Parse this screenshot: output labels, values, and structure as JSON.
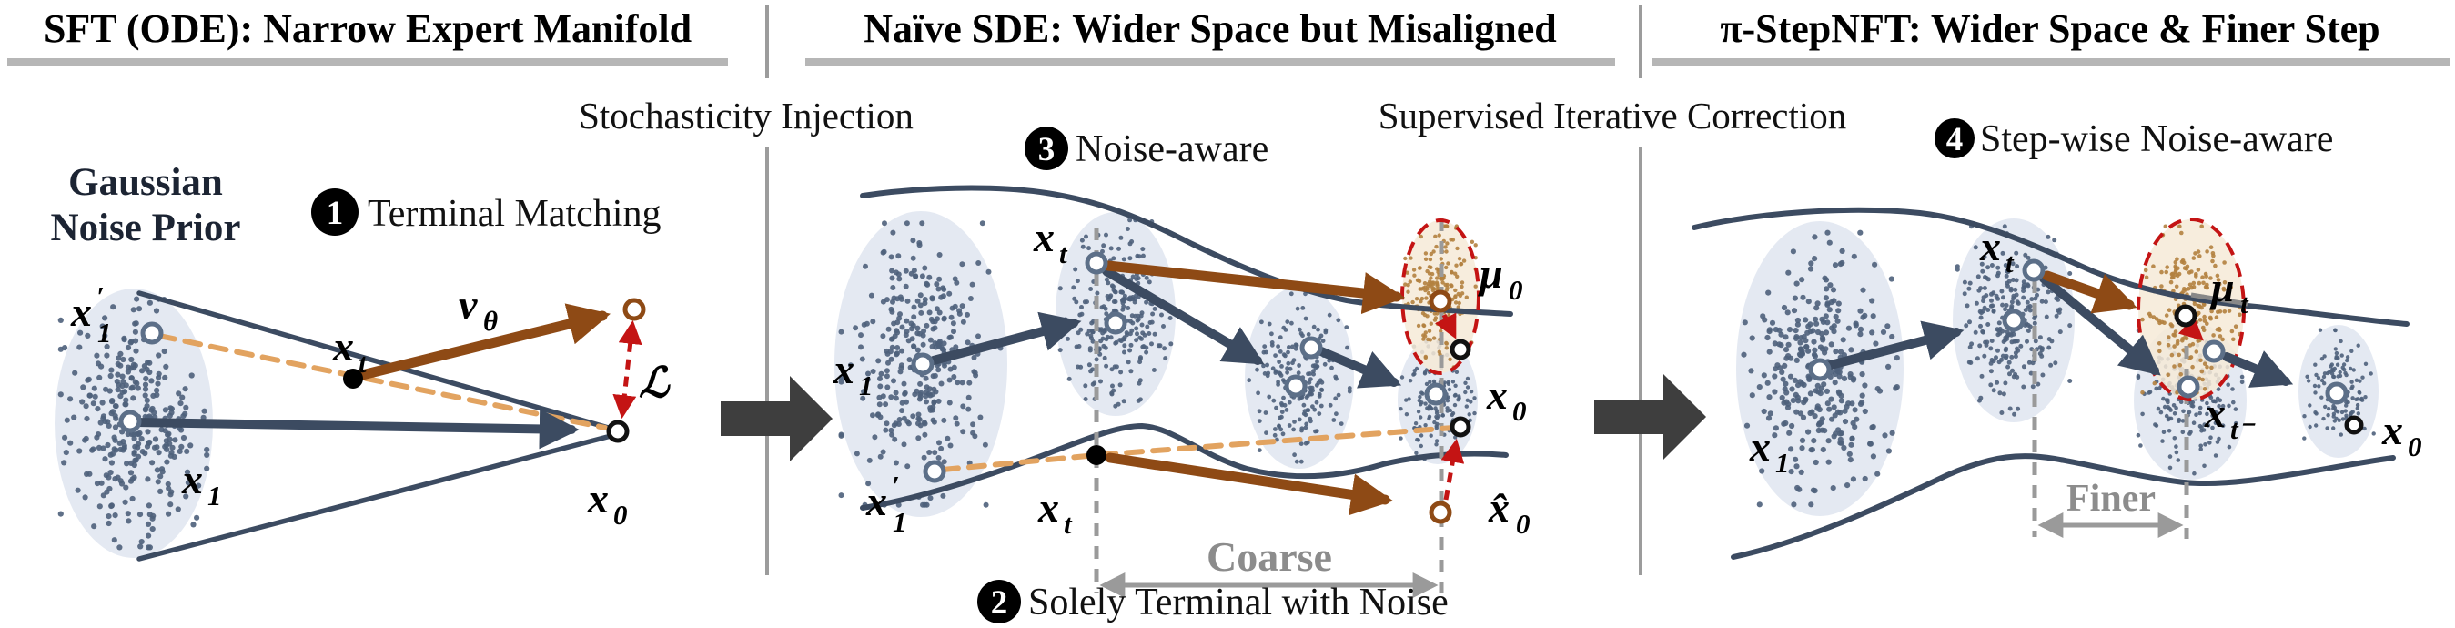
{
  "panels": [
    {
      "title": "SFT (ODE): Narrow Expert Manifold"
    },
    {
      "title": "Naïve SDE: Wider Space but Misaligned"
    },
    {
      "title": "π-StepNFT: Wider Space & Finer Step"
    }
  ],
  "bridges": {
    "stochasticity": "Stochasticity Injection",
    "supervised": "Supervised Iterative Correction"
  },
  "badges": [
    {
      "num": "1",
      "label": "Terminal Matching"
    },
    {
      "num": "2",
      "label": "Solely Terminal with Noise"
    },
    {
      "num": "3",
      "label": "Noise-aware"
    },
    {
      "num": "4",
      "label": "Step-wise Noise-aware"
    }
  ],
  "annotations": {
    "gaussian_prior_line1": "Gaussian",
    "gaussian_prior_line2": "Noise Prior",
    "coarse": "Coarse",
    "finer": "Finer"
  },
  "math": {
    "x1": {
      "base": "x",
      "sub": "1"
    },
    "x1prime": {
      "base": "x",
      "prime": "′",
      "sub": "1"
    },
    "xt": {
      "base": "x",
      "sub": "t"
    },
    "x0": {
      "base": "x",
      "sub": "0"
    },
    "vtheta": {
      "base": "v",
      "sub": "θ"
    },
    "loss": {
      "base": "ℒ"
    },
    "mu0": {
      "base": "μ",
      "sub": "0"
    },
    "mut": {
      "base": "μ",
      "sub": "t"
    },
    "x0hat": {
      "base": "x̂",
      "sub": "0"
    },
    "xtminus": {
      "base": "x",
      "sub": "t⁻"
    }
  },
  "colors": {
    "navy": "#3c4b61",
    "slate_dot": "#4e617b",
    "brown": "#8e4a15",
    "red": "#c41414",
    "orange_dash": "#e2a360",
    "tan_fill": "#f6ead7",
    "tan_dot": "#b2813f",
    "blob_fill": "#e2e7f1",
    "gray_label": "#8c8c8c",
    "divider": "#9c9c9c",
    "transition_arrow": "#3e3e3e"
  }
}
